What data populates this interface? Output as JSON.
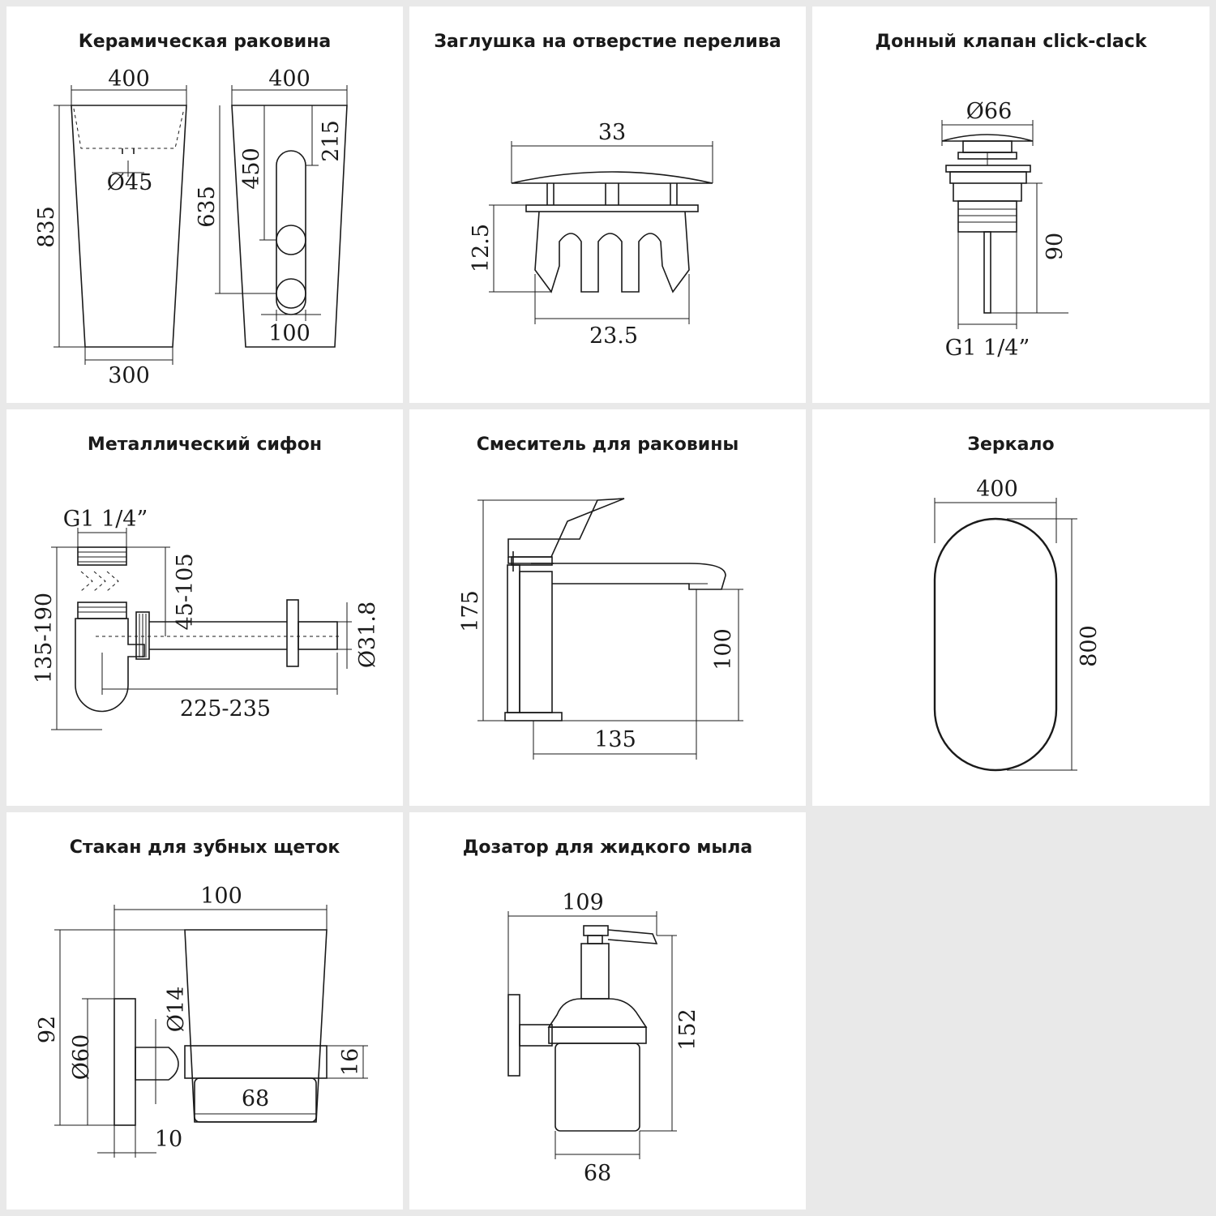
{
  "panels": [
    {
      "title": "Керамическая раковина",
      "dims": {
        "top_width": "400",
        "side_width": "400",
        "drain": "Ø45",
        "height": "835",
        "side_height": "635",
        "hole_450": "450",
        "hole_215": "215",
        "hole_spacing": "100",
        "bottom_width": "300"
      }
    },
    {
      "title": "Заглушка на отверстие перелива",
      "dims": {
        "width": "33",
        "height": "12.5",
        "inner_width": "23.5"
      }
    },
    {
      "title": "Донный клапан click-clack",
      "dims": {
        "diameter": "Ø66",
        "height": "90",
        "thread": "G1 1/4”"
      }
    },
    {
      "title": "Металлический сифон",
      "dims": {
        "thread": "G1 1/4”",
        "height": "135-190",
        "adjust": "45-105",
        "diameter": "Ø31.8",
        "length": "225-235"
      }
    },
    {
      "title": "Смеситель для раковины",
      "dims": {
        "height": "175",
        "spout_height": "100",
        "reach": "135"
      }
    },
    {
      "title": "Зеркало",
      "dims": {
        "width": "400",
        "height": "800"
      }
    },
    {
      "title": "Стакан для зубных щеток",
      "dims": {
        "width": "100",
        "height": "92",
        "base": "Ø60",
        "tube": "Ø14",
        "ring": "16",
        "cup": "68",
        "offset": "10"
      }
    },
    {
      "title": "Дозатор для жидкого мыла",
      "dims": {
        "width": "109",
        "height": "152",
        "bottle": "68"
      }
    }
  ]
}
